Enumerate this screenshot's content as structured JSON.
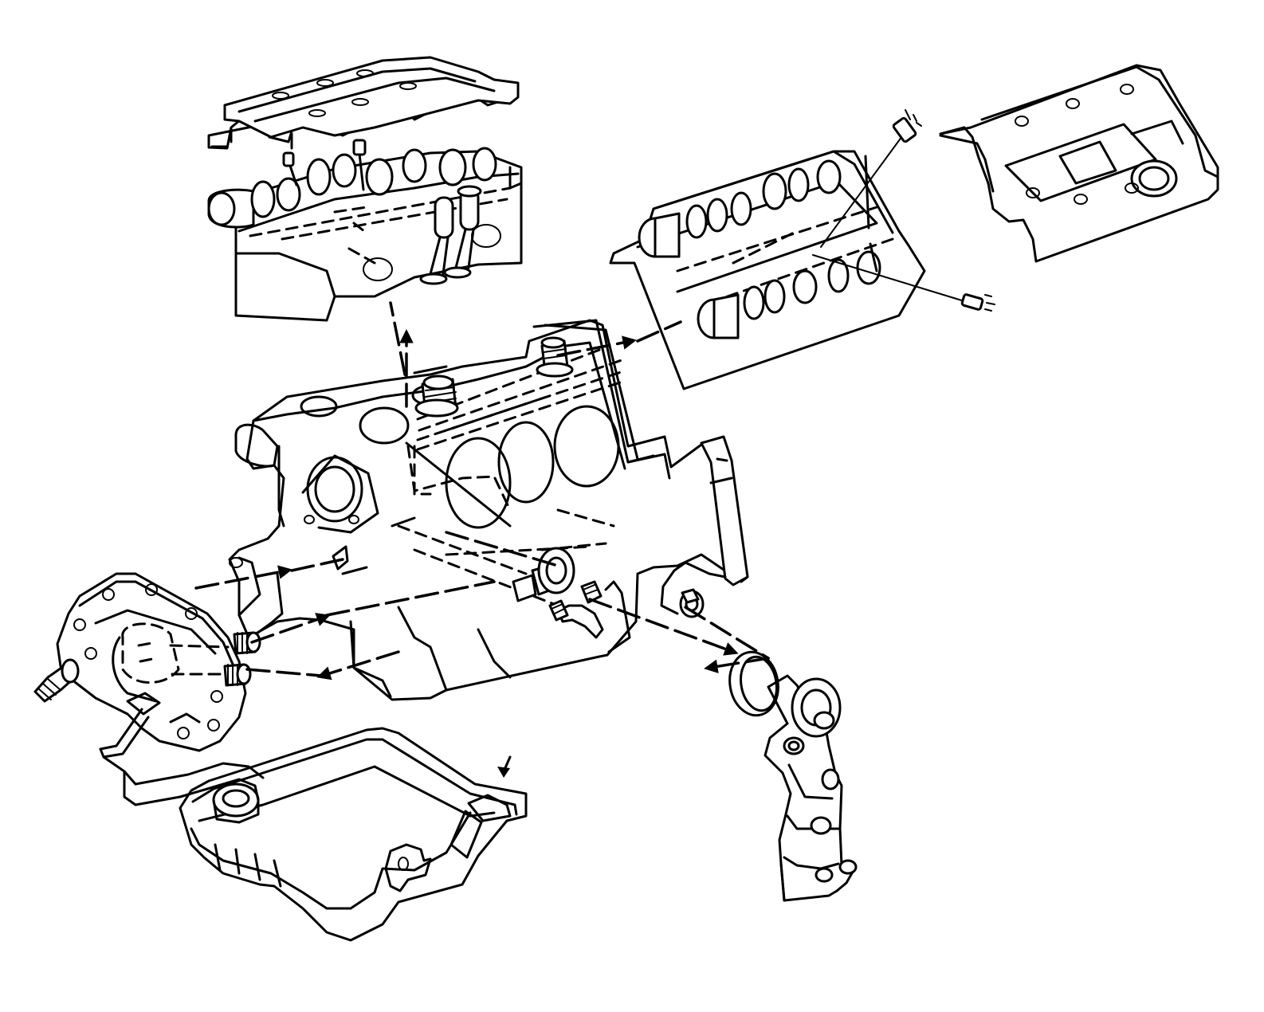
{
  "diagram": {
    "kind": "exploded-view line drawing",
    "stroke_color": "#000000",
    "background_color": "#ffffff",
    "components": [
      {
        "id": "left-valve-cover",
        "icon": "valve-cover-icon"
      },
      {
        "id": "left-cylinder-head",
        "icon": "cylinder-head-icon"
      },
      {
        "id": "right-valve-cover",
        "icon": "valve-cover-icon"
      },
      {
        "id": "right-cylinder-head",
        "icon": "cylinder-head-icon"
      },
      {
        "id": "engine-block",
        "icon": "engine-block-icon"
      },
      {
        "id": "front-cover-oil-pump",
        "icon": "oil-pump-icon"
      },
      {
        "id": "oil-pan",
        "icon": "oil-pan-icon"
      },
      {
        "id": "oil-filter-adapter",
        "icon": "oil-filter-adapter-icon"
      },
      {
        "id": "pickup-tube",
        "icon": "pickup-tube-icon"
      },
      {
        "id": "o-ring-seal",
        "icon": "seal-icon"
      }
    ],
    "flow_arrows": [
      {
        "id": "block-to-left-head",
        "direction": "up"
      },
      {
        "id": "block-to-right-head",
        "direction": "right"
      },
      {
        "id": "pump-to-block-upper",
        "direction": "right"
      },
      {
        "id": "pump-to-block-middle",
        "direction": "right"
      },
      {
        "id": "block-to-pump-lower",
        "direction": "left"
      },
      {
        "id": "block-to-filter-adapter",
        "direction": "right"
      },
      {
        "id": "filter-adapter-to-block",
        "direction": "left"
      },
      {
        "id": "pan-indicator",
        "direction": "down"
      }
    ]
  }
}
